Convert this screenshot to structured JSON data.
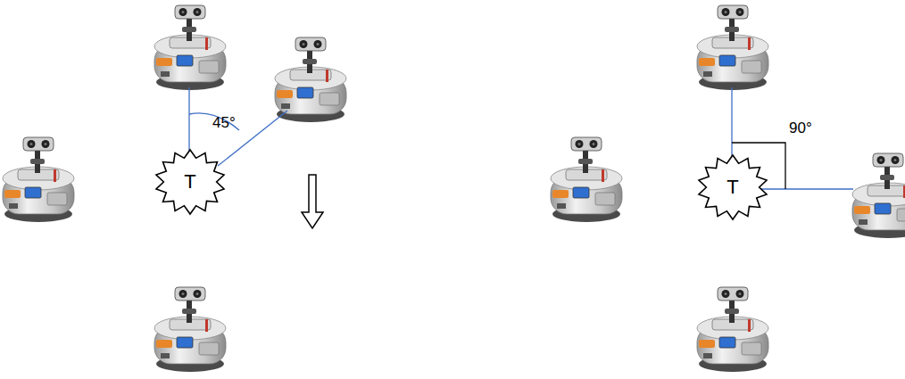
{
  "diagram": {
    "nodes": [
      {
        "text": [
          "T"
        ]
      },
      {
        "text": [
          "T"
        ]
      }
    ],
    "labels": [
      "45°",
      "90°"
    ]
  }
}
